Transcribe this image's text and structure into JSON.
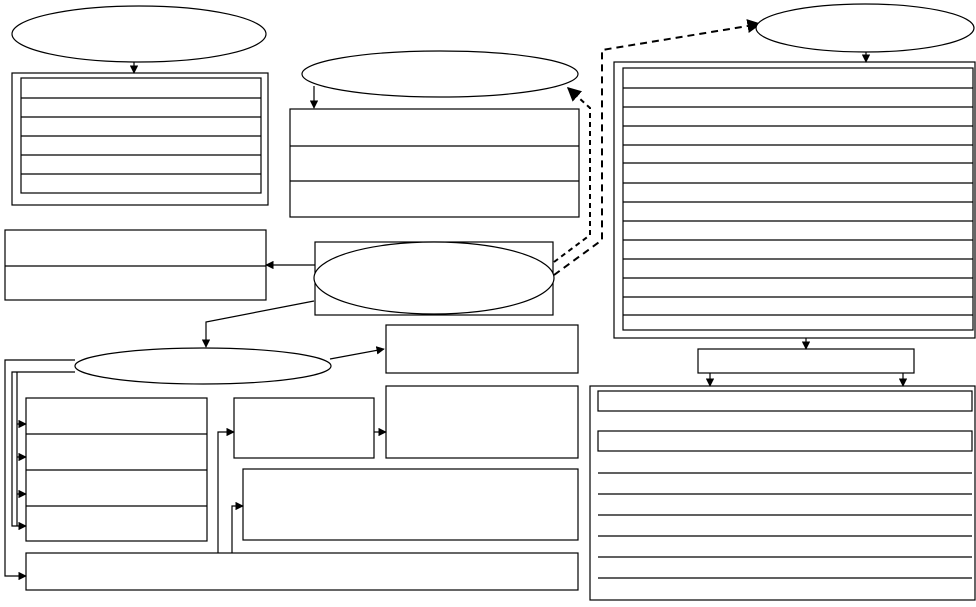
{
  "diagram": {
    "ellipses": [
      {
        "id": "top-left-ellipse",
        "label": ""
      },
      {
        "id": "top-middle-ellipse",
        "label": ""
      },
      {
        "id": "top-right-ellipse",
        "label": ""
      },
      {
        "id": "center-ellipse",
        "label": ""
      },
      {
        "id": "lower-left-ellipse",
        "label": ""
      }
    ],
    "boxes": [
      {
        "id": "top-left-list",
        "rows": 6
      },
      {
        "id": "middle-list",
        "rows": 3
      },
      {
        "id": "left-list",
        "rows": 2
      },
      {
        "id": "right-big-list",
        "rows": 14
      },
      {
        "id": "right-header-box",
        "rows": 1
      },
      {
        "id": "right-bottom-list",
        "rows": 10
      },
      {
        "id": "stack-list",
        "rows": 4
      },
      {
        "id": "bottom-wide-box",
        "rows": 1
      }
    ],
    "dashed_connector": {
      "style": "dashed"
    }
  }
}
